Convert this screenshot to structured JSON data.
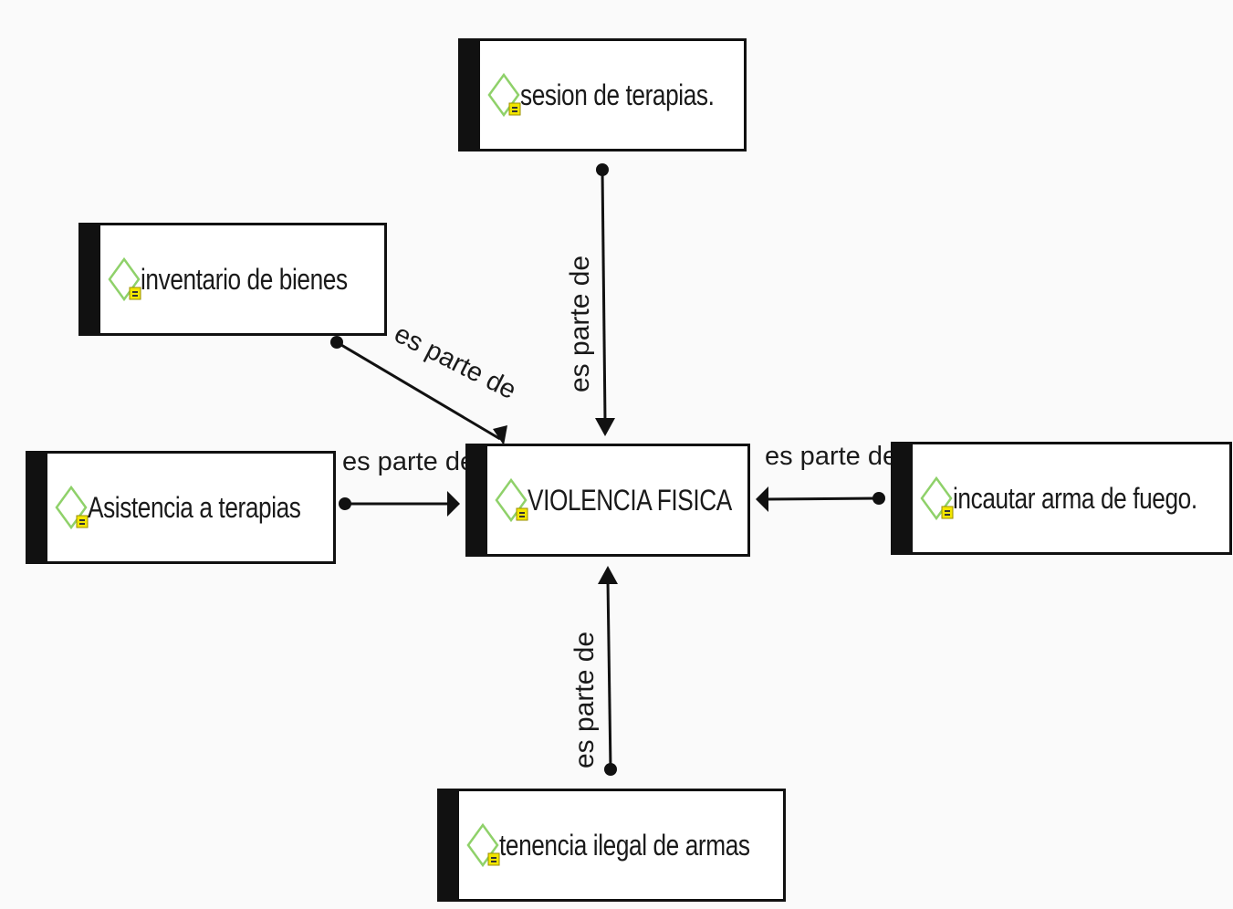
{
  "nodes": {
    "center": {
      "label": "VIOLENCIA FISICA"
    },
    "sesion": {
      "label": "sesion de terapias."
    },
    "inventario": {
      "label": "inventario de bienes"
    },
    "asistencia": {
      "label": "Asistencia a terapias"
    },
    "incautar": {
      "label": "incautar arma de fuego."
    },
    "tenencia": {
      "label": "tenencia ilegal de armas"
    }
  },
  "edges": {
    "sesion_to_center": {
      "label": "es parte de"
    },
    "inventario_to_center": {
      "label": "es parte de"
    },
    "asistencia_to_center": {
      "label": "es parte de"
    },
    "incautar_to_center": {
      "label": "es parte de"
    },
    "tenencia_to_center": {
      "label": "es parte de"
    }
  },
  "colors": {
    "node_border": "#111111",
    "icon_green": "#8fd16a",
    "icon_yellow": "#f2e600",
    "edge": "#111111"
  },
  "icon_name": "concept-note-icon"
}
